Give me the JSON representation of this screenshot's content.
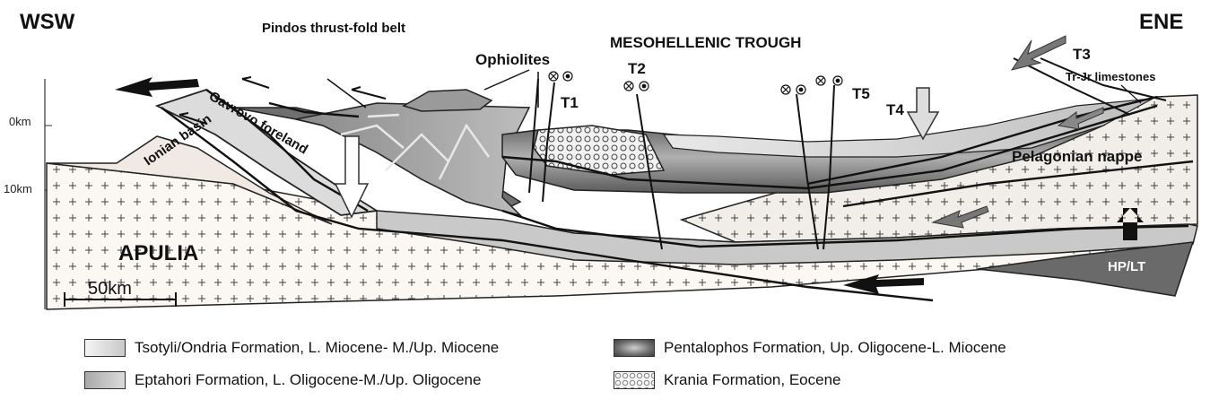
{
  "orientation": {
    "left": "WSW",
    "right": "ENE"
  },
  "title": "MESOHELLENIC TROUGH",
  "depth_axis": {
    "top": "0km",
    "mid": "10km"
  },
  "scale_bar": "50km",
  "units": {
    "apulia": "APULIA",
    "ionian": "Ionian basin",
    "gavrovo": "Gavrovo foreland",
    "pindos": "Pindos thrust-fold belt",
    "ophiolites": "Ophiolites",
    "pelagonian": "Pelagonian nappe",
    "hplt": "HP/LT",
    "trjr": "Tr-Jr limestones"
  },
  "faults": [
    "T1",
    "T2",
    "T3",
    "T4",
    "T5"
  ],
  "legend": [
    {
      "swatch": "tsotyli",
      "text": "Tsotyli/Ondria Formation,  L. Miocene- M./Up. Miocene"
    },
    {
      "swatch": "eptahori",
      "text": "Eptahori Formation, L. Oligocene-M./Up. Oligocene"
    },
    {
      "swatch": "pentalophos",
      "text": "Pentalophos Formation, Up. Oligocene-L. Miocene"
    },
    {
      "swatch": "krania",
      "text": "Krania Formation, Eocene"
    }
  ]
}
